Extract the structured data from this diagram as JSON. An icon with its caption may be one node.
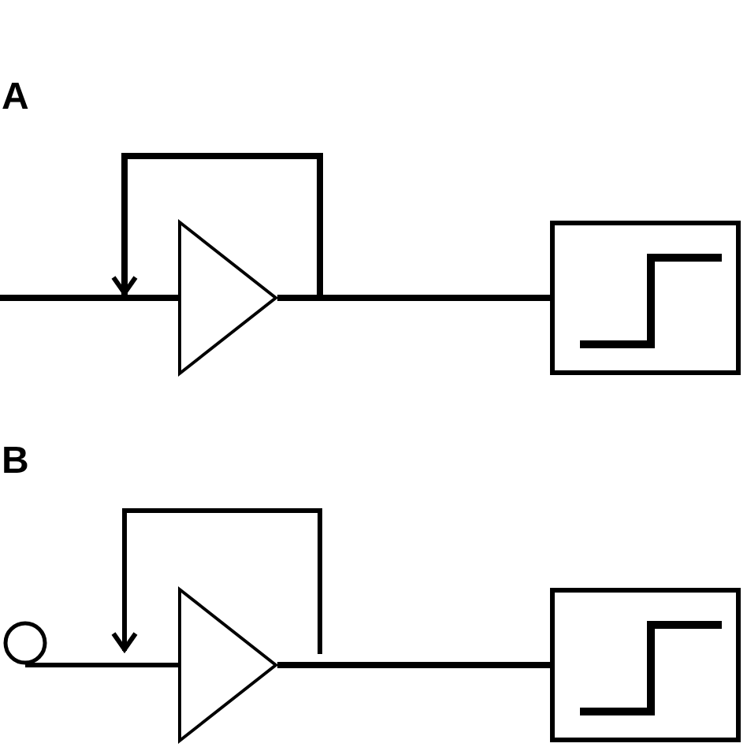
{
  "diagram": {
    "nodes": [
      {
        "text": [],
        "shape": "triangle"
      },
      {
        "text": [],
        "shape": "box"
      },
      {
        "text": [],
        "shape": "circle"
      },
      {
        "text": [],
        "shape": "triangle"
      },
      {
        "text": [],
        "shape": "box"
      }
    ],
    "edges": [
      {
        "from": null,
        "to": 0,
        "arrow": "none"
      },
      {
        "from": 0,
        "to": 0,
        "arrow": "to"
      },
      {
        "from": 0,
        "to": 1,
        "arrow": "none"
      },
      {
        "from": 2,
        "to": 3,
        "arrow": "none"
      },
      {
        "from": null,
        "to": 3,
        "arrow": "to"
      },
      {
        "from": 3,
        "to": 4,
        "arrow": "none"
      }
    ],
    "labels": [
      "A",
      "B"
    ]
  }
}
